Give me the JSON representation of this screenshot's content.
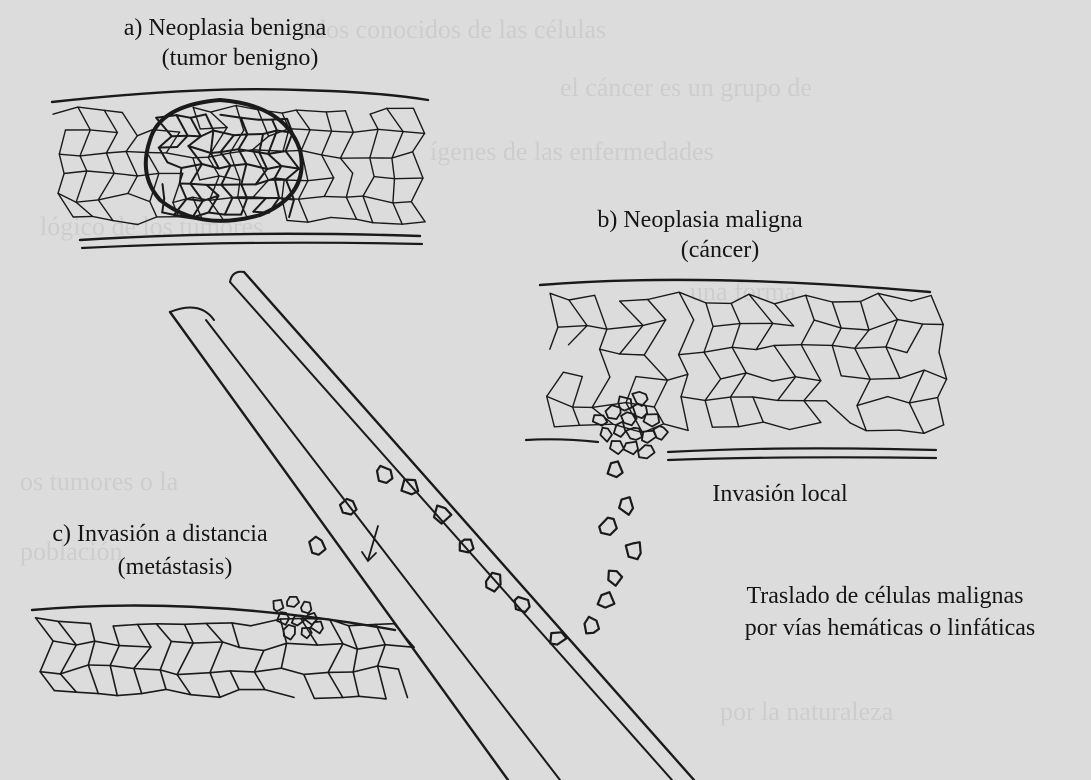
{
  "figure": {
    "panel_a": {
      "title": "a)  Neoplasia benigna",
      "subtitle": "(tumor benigno)"
    },
    "panel_b": {
      "title": "b)  Neoplasia maligna",
      "subtitle": "(cáncer)"
    },
    "panel_c": {
      "title": "c)  Invasión a distancia",
      "subtitle": "(metástasis)"
    },
    "local_invasion": "Invasión local",
    "transport_line1": "Traslado de células malignas",
    "transport_line2": "por vías hemáticas o linfáticas"
  },
  "colors": {
    "ink": "#1a1a1a",
    "paper": "#dcdcdc"
  }
}
